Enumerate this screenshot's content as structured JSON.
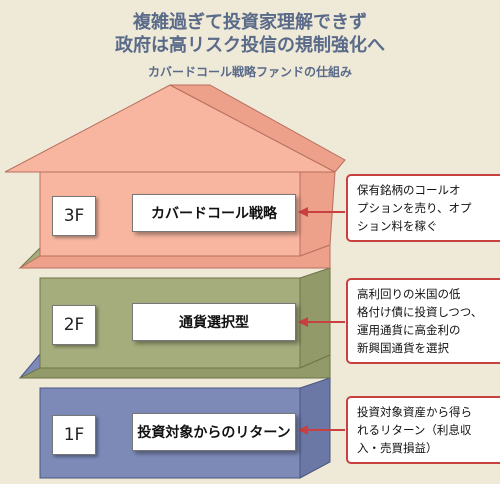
{
  "header": {
    "title_line1": "複雑過ぎて投資家理解できず",
    "title_line2": "政府は高リスク投信の規制強化へ",
    "subtitle": "カバードコール戦略ファンドの仕組み"
  },
  "floors": [
    {
      "label": "3F",
      "strategy": "カバードコール戦略",
      "note": "保有銘柄のコールオ\nプションを売り、オプ\nション料を稼ぐ"
    },
    {
      "label": "2F",
      "strategy": "通貨選択型",
      "note": "高利回りの米国の低\n格付け債に投資しつつ、\n運用通貨に高金利の\n新興国通貨を選択"
    },
    {
      "label": "1F",
      "strategy": "投資対象からのリターン",
      "note": "投資対象資産から得ら\nれるリターン（利息収\n入・売買損益）"
    }
  ],
  "colors": {
    "floor3_front": "#f8b6a0",
    "floor3_side": "#eda08a",
    "floor2_front": "#a6ad7c",
    "floor2_side": "#939a6a",
    "floor1_front": "#7d8ab8",
    "floor1_side": "#6b78a6",
    "arrow": "#c94040",
    "title": "#5a6b8a"
  }
}
